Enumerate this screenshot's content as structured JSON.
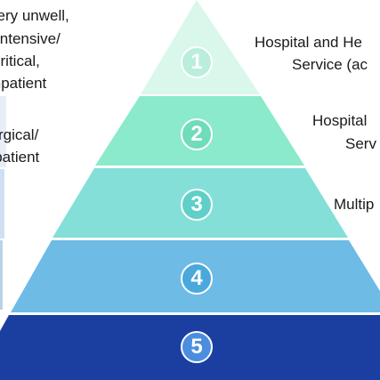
{
  "tiers": [
    {
      "number": "1",
      "left_text": [
        "very unwell,",
        "intensive/",
        "critical,",
        "inpatient"
      ],
      "right_text": [
        "Hospital and He",
        "Service (ac"
      ],
      "color": "#d9f7ea"
    },
    {
      "number": "2",
      "left_text": [
        "surgical/",
        "inpatient"
      ],
      "right_text": [
        "Hospital",
        "Serv"
      ],
      "color": "#8aeacb"
    },
    {
      "number": "3",
      "left_text": [],
      "right_text": [
        "Multip"
      ],
      "color": "#84dfd9"
    },
    {
      "number": "4",
      "left_text": [],
      "right_text": [],
      "color": "#6ebbe6"
    },
    {
      "number": "5",
      "left_text": [],
      "right_text": [],
      "color": "#1b3fa1"
    }
  ],
  "left_panel_color": "#4f79b8"
}
